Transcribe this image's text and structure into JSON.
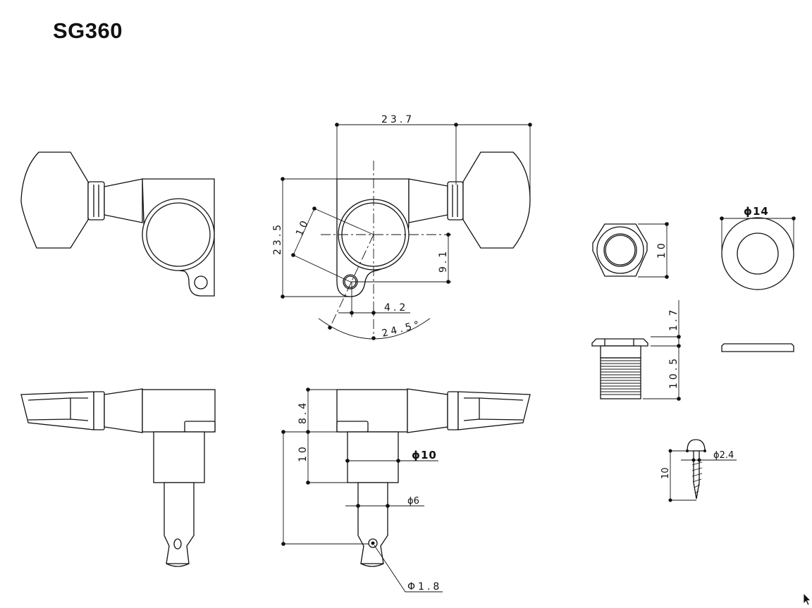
{
  "title": "SG360",
  "dimensions": {
    "overall_width": "23.7",
    "overall_height": "23.5",
    "mount_radius": "10",
    "hole_offset_v": "9.1",
    "hole_offset_h": "4.2",
    "angle": "24.5°",
    "housing_height": "8.4",
    "post_height": "10",
    "post_diameter": "ϕ10",
    "shaft_diameter": "ϕ6",
    "string_hole": "Φ1.8",
    "nut_width": "10",
    "washer_diameter": "ϕ14",
    "nut_flange": "1.7",
    "nut_thread_length": "10.5",
    "screw_length": "10",
    "screw_diameter": "ϕ2.4"
  }
}
